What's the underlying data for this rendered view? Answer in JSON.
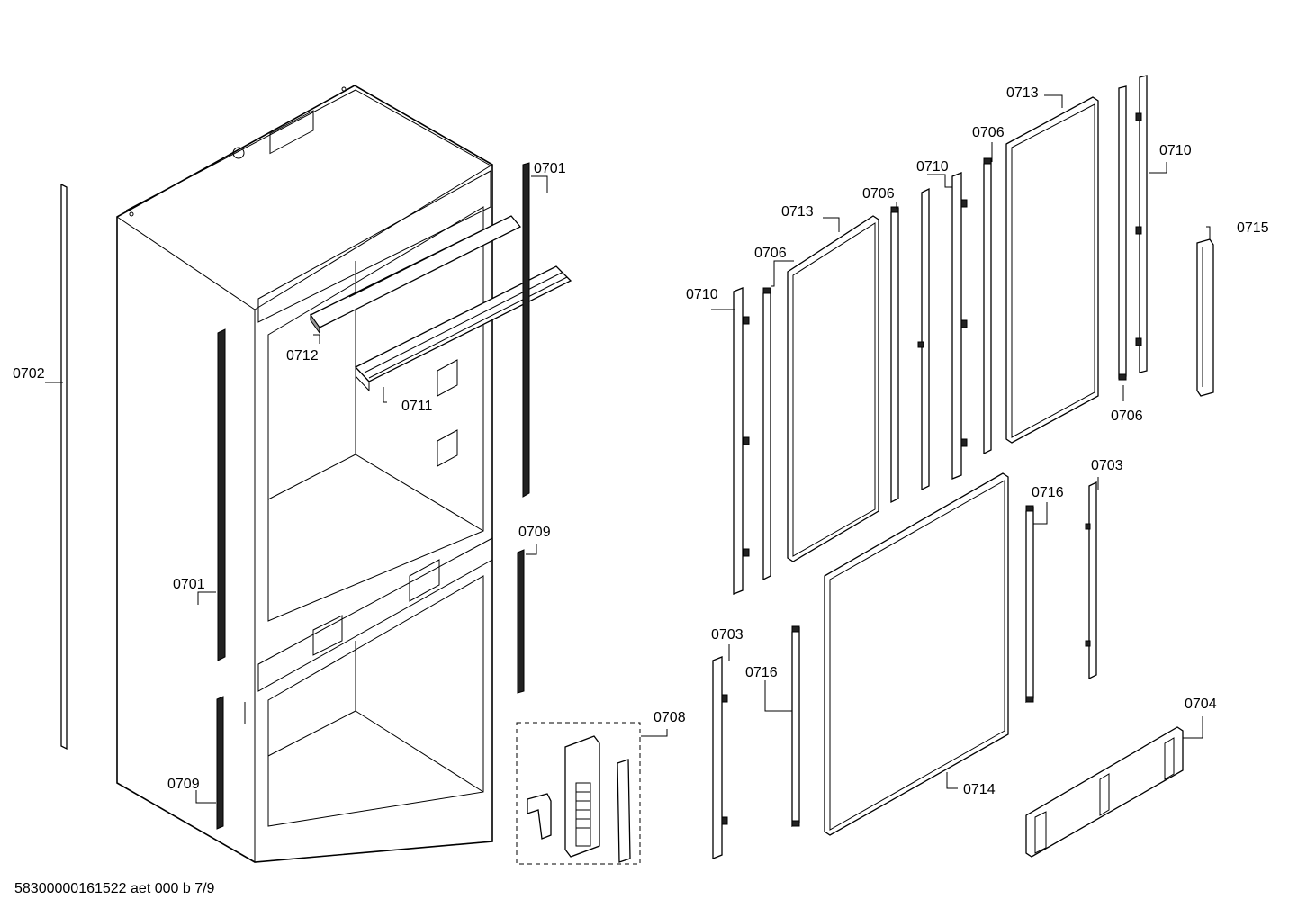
{
  "footer": "58300000161522 aet 000 b 7/9",
  "labels": {
    "l0701a": "0701",
    "l0701b": "0701",
    "l0702": "0702",
    "l0703a": "0703",
    "l0703b": "0703",
    "l0704": "0704",
    "l0706a": "0706",
    "l0706b": "0706",
    "l0706c": "0706",
    "l0706d": "0706",
    "l0708": "0708",
    "l0709a": "0709",
    "l0709b": "0709",
    "l0710a": "0710",
    "l0710b": "0710",
    "l0710c": "0710",
    "l0711": "0711",
    "l0712": "0712",
    "l0713a": "0713",
    "l0713b": "0713",
    "l0714": "0714",
    "l0715": "0715",
    "l0716a": "0716",
    "l0716b": "0716"
  }
}
